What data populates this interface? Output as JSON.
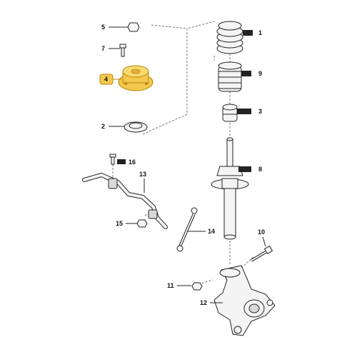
{
  "callouts": {
    "c1": "1",
    "c2": "2",
    "c3": "3",
    "c4": "4",
    "c5": "5",
    "c7": "7",
    "c8": "8",
    "c9": "9",
    "c10": "10",
    "c11": "11",
    "c12": "12",
    "c13": "13",
    "c14": "14",
    "c15": "15",
    "c16": "16"
  },
  "colors": {
    "highlight": "#f2c94c",
    "highlight_stroke": "#b8860b",
    "outline": "#222222",
    "callout_box": "#ffffff"
  }
}
